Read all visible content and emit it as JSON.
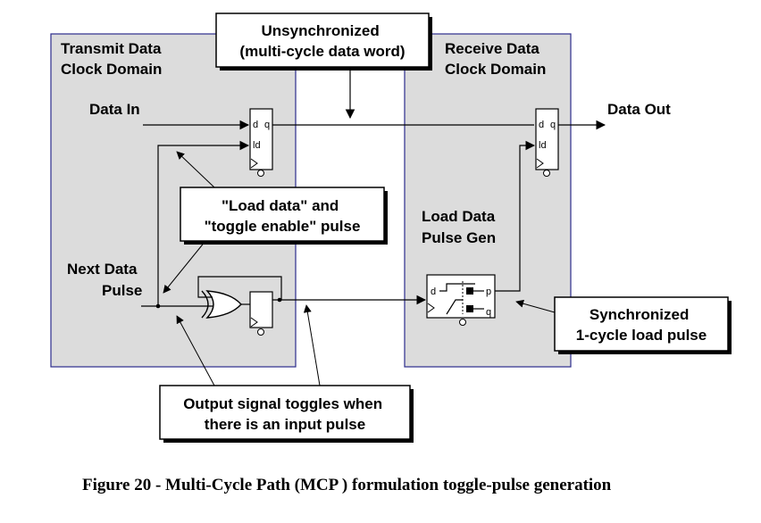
{
  "diagram": {
    "domains": {
      "transmit": [
        "Transmit Data",
        "Clock Domain"
      ],
      "receive": [
        "Receive Data",
        "Clock Domain"
      ]
    },
    "callouts": {
      "unsync": [
        "Unsynchronized",
        "(multi-cycle data word)"
      ],
      "load": [
        "\"Load data\" and",
        "\"toggle enable\" pulse"
      ],
      "output": [
        "Output signal toggles when",
        "there is an input pulse"
      ],
      "sync": [
        "Synchronized",
        "1-cycle load pulse"
      ]
    },
    "signals": {
      "data_in": "Data In",
      "data_out": "Data Out",
      "next_data": [
        "Next Data",
        "Pulse"
      ],
      "pulse_gen": [
        "Load Data",
        "Pulse Gen"
      ]
    },
    "pins": {
      "d": "d",
      "q": "q",
      "ld": "ld",
      "p": "p"
    },
    "caption": "Figure 20 - Multi-Cycle Path (MCP ) formulation toggle-pulse generation",
    "colors": {
      "domain_fill": "#dcdcdc",
      "domain_border": "#2c2c8c",
      "line": "#000000"
    }
  }
}
